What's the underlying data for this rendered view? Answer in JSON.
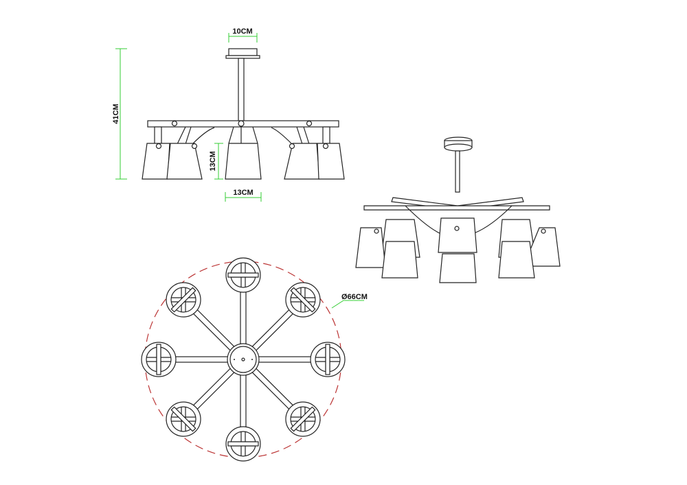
{
  "dimensions": {
    "canopy_width": "10CM",
    "total_height": "41CM",
    "shade_height": "13CM",
    "shade_width": "13CM",
    "diameter": "Ø66CM"
  },
  "colors": {
    "dimension_line": "#33cc33",
    "outline": "#222222",
    "diameter_circle": "#bb3333"
  },
  "top_view": {
    "arm_count": 8
  }
}
